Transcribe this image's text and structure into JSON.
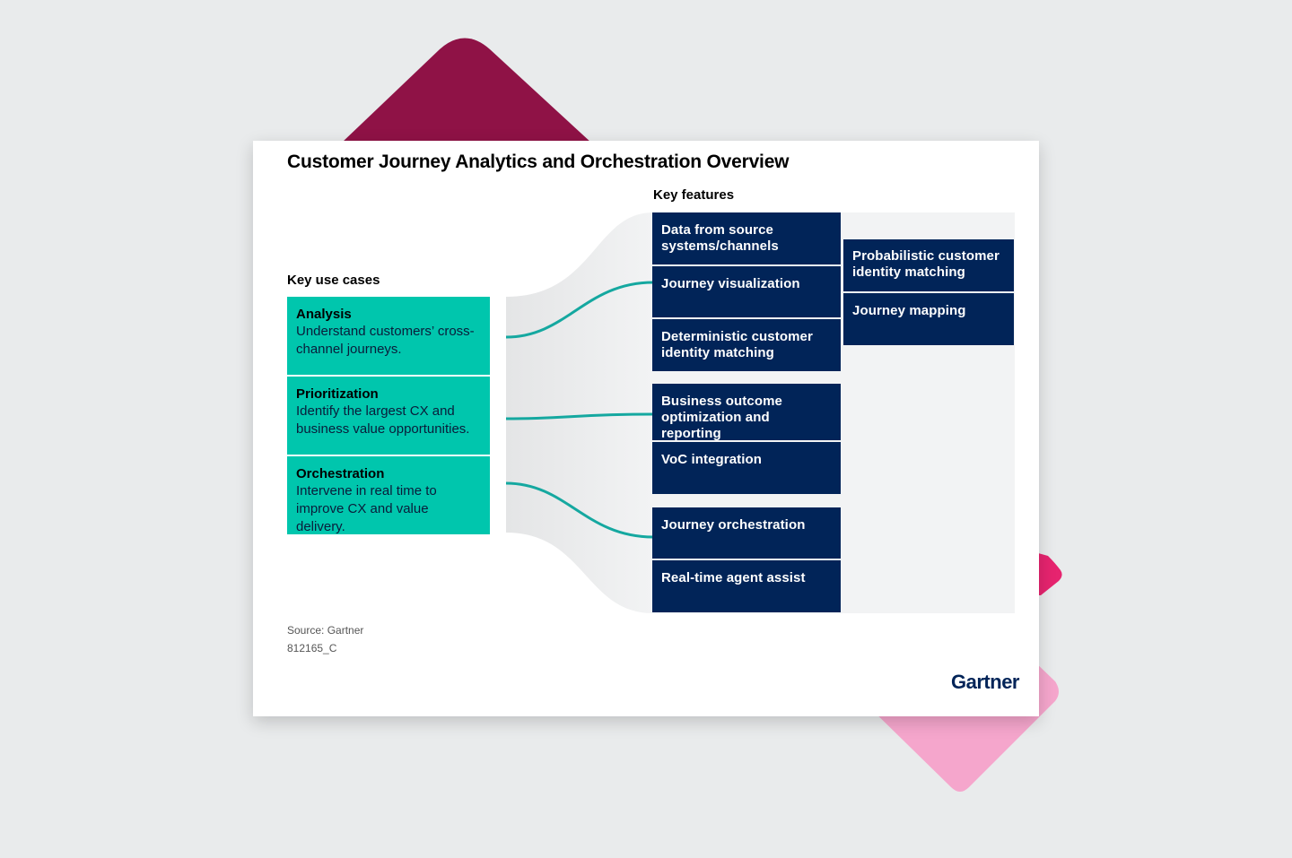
{
  "diagram": {
    "title": "Customer Journey Analytics and Orchestration Overview",
    "use_cases_heading": "Key use cases",
    "features_heading": "Key features",
    "use_cases": [
      {
        "title": "Analysis",
        "description": "Understand customers’ cross-channel journeys."
      },
      {
        "title": "Prioritization",
        "description": "Identify the largest CX and business value opportunities."
      },
      {
        "title": "Orchestration",
        "description": "Intervene in real time to improve CX and value delivery."
      }
    ],
    "features": [
      "Data from source systems/channels",
      "Journey visualization",
      "Deterministic customer identity matching",
      "Probabilistic customer identity matching",
      "Journey mapping",
      "Business outcome optimization and reporting",
      "VoC integration",
      "Journey orchestration",
      "Real-time agent assist"
    ],
    "source": "Source: Gartner",
    "code": "812165_C",
    "logo_text": "Gartner"
  },
  "colors": {
    "background": "#e9ebec",
    "use_case_fill": "#00c6ad",
    "feature_fill": "#012458",
    "panel_fill": "#f2f3f4",
    "accent_maroon": "#8f1246",
    "accent_pink": "#e6246f",
    "accent_light_pink": "#f5a6cc"
  }
}
